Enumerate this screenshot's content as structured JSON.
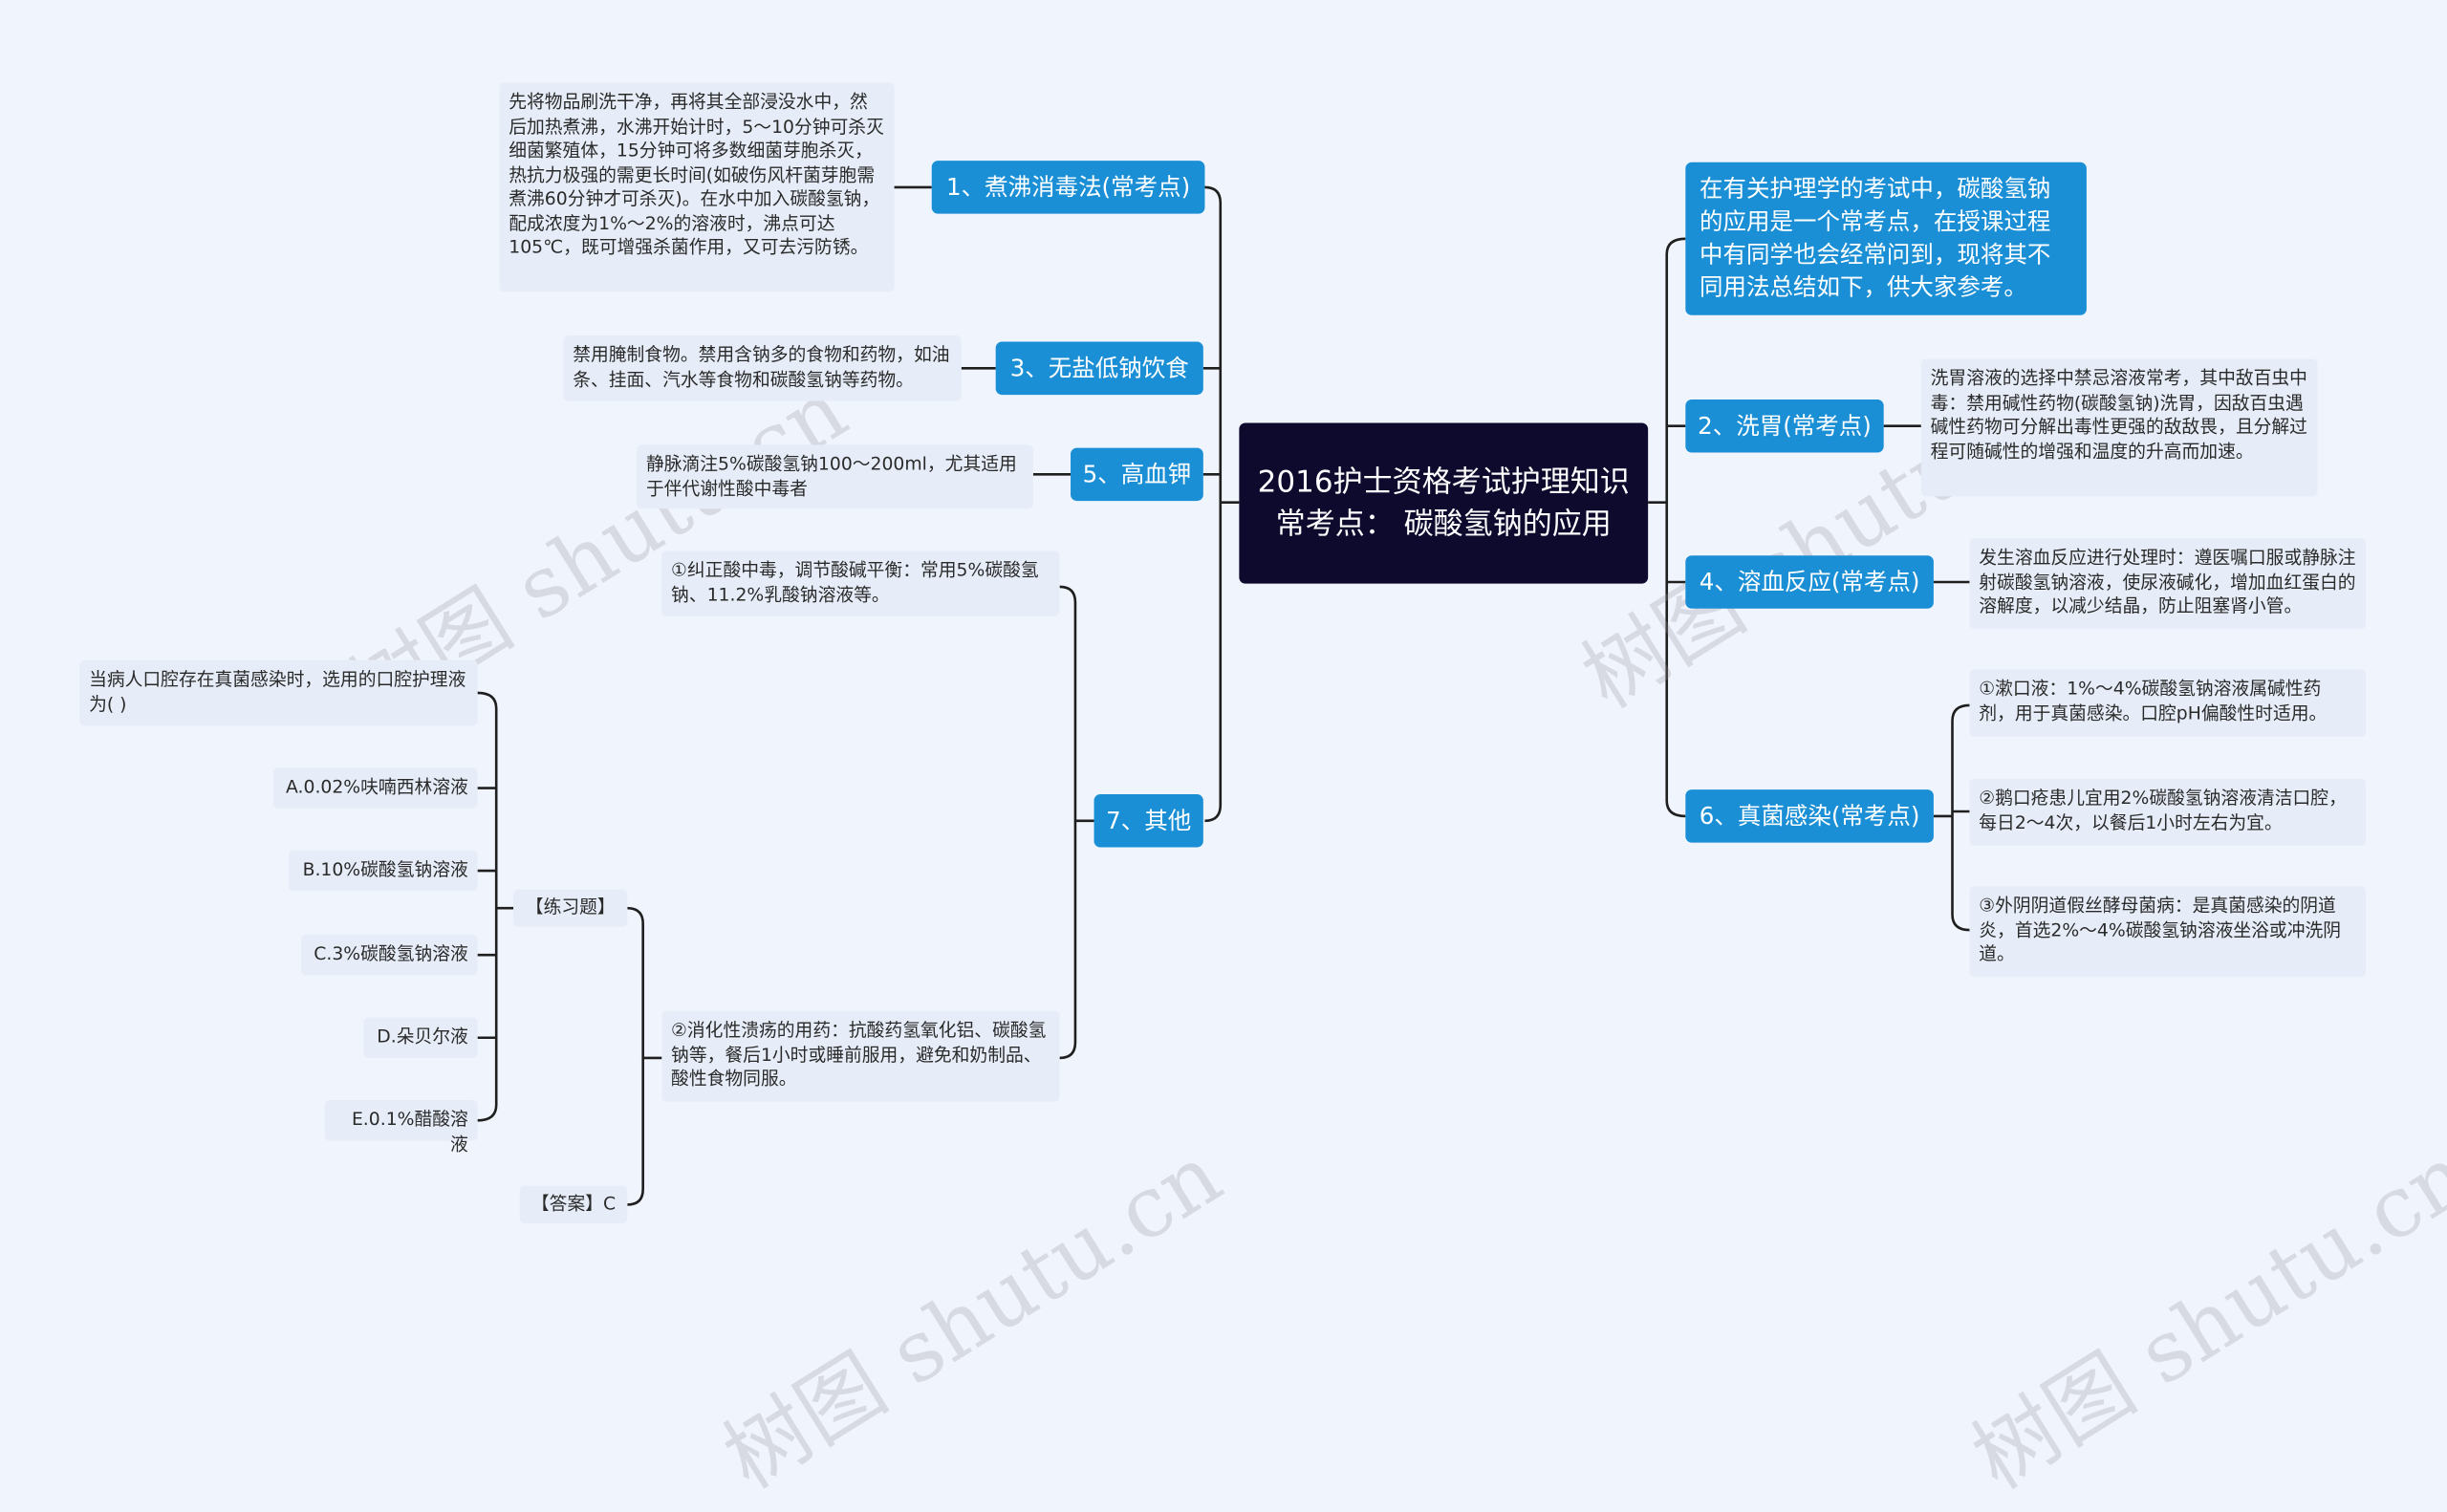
{
  "center": {
    "title": "2016护士资格考试护理知识常考点： 碳酸氢钠的应用"
  },
  "intro": "在有关护理学的考试中，碳酸氢钠的应用是一个常考点，在授课过程中有同学也会经常问到，现将其不同用法总结如下，供大家参考。",
  "left_branches": [
    {
      "label": "1、煮沸消毒法(常考点)",
      "note": "先将物品刷洗干净，再将其全部浸没水中，然后加热煮沸，水沸开始计时，5～10分钟可杀灭细菌繁殖体，15分钟可将多数细菌芽胞杀灭，热抗力极强的需更长时间(如破伤风杆菌芽胞需煮沸60分钟才可杀灭)。在水中加入碳酸氢钠，配成浓度为1%～2%的溶液时，沸点可达105℃，既可增强杀菌作用，又可去污防锈。"
    },
    {
      "label": "3、无盐低钠饮食",
      "note": "禁用腌制食物。禁用含钠多的食物和药物，如油条、挂面、汽水等食物和碳酸氢钠等药物。"
    },
    {
      "label": "5、高血钾",
      "note": "静脉滴注5%碳酸氢钠100～200ml，尤其适用于伴代谢性酸中毒者"
    },
    {
      "label": "7、其他",
      "items": [
        "①纠正酸中毒，调节酸碱平衡：常用5%碳酸氢钠、11.2%乳酸钠溶液等。",
        "②消化性溃疡的用药：抗酸药氢氧化铝、碳酸氢钠等，餐后1小时或睡前服用，避免和奶制品、酸性食物同服。"
      ],
      "practice": {
        "label": "【练习题】",
        "question": "当病人口腔存在真菌感染时，选用的口腔护理液为( )",
        "options": [
          "A.0.02%呋喃西林溶液",
          "B.10%碳酸氢钠溶液",
          "C.3%碳酸氢钠溶液",
          "D.朵贝尔液",
          "E.0.1%醋酸溶液"
        ],
        "answer": "【答案】C"
      }
    }
  ],
  "right_branches": [
    {
      "label": "2、洗胃(常考点)",
      "note": "洗胃溶液的选择中禁忌溶液常考，其中敌百虫中毒：禁用碱性药物(碳酸氢钠)洗胃，因敌百虫遇碱性药物可分解出毒性更强的敌敌畏，且分解过程可随碱性的增强和温度的升高而加速。"
    },
    {
      "label": "4、溶血反应(常考点)",
      "note": "发生溶血反应进行处理时：遵医嘱口服或静脉注射碳酸氢钠溶液，使尿液碱化，增加血红蛋白的溶解度，以减少结晶，防止阻塞肾小管。"
    },
    {
      "label": "6、真菌感染(常考点)",
      "items": [
        "①漱口液：1%～4%碳酸氢钠溶液属碱性药剂，用于真菌感染。口腔pH偏酸性时适用。",
        "②鹅口疮患儿宜用2%碳酸氢钠溶液清洁口腔，每日2～4次，以餐后1小时左右为宜。",
        "③外阴阴道假丝酵母菌病：是真菌感染的阴道炎，首选2%～4%碳酸氢钠溶液坐浴或冲洗阴道。"
      ]
    }
  ],
  "watermark": "树图 shutu.cn",
  "colors": {
    "center_bg": "#0d0a2e",
    "branch_bg": "#1b8fd6",
    "leaf_bg": "#e6edf8",
    "line": "#1f1f1f"
  }
}
